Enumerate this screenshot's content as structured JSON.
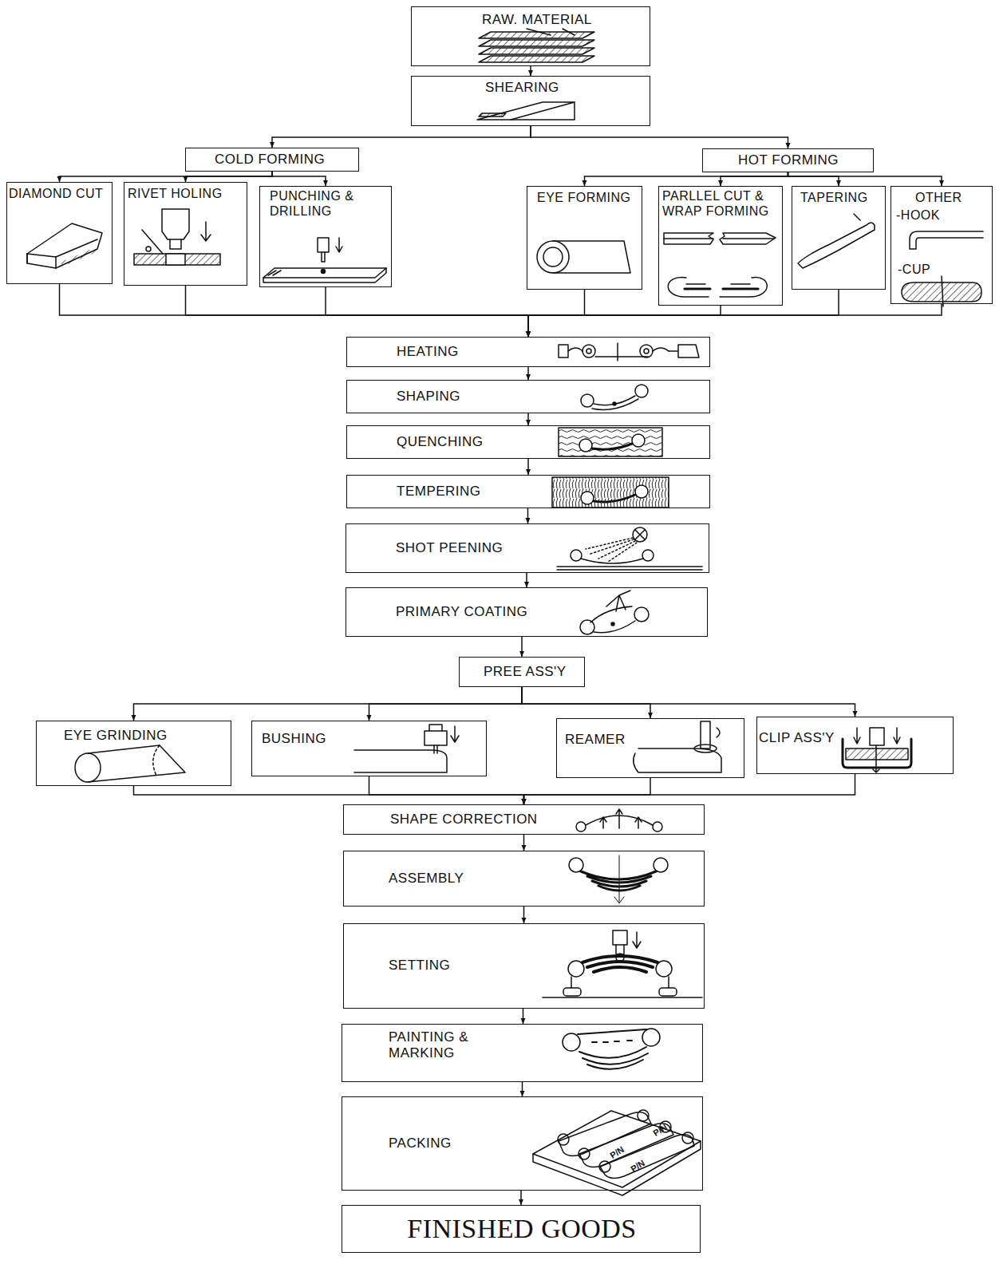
{
  "diagram": {
    "nodes": [
      {
        "text": [
          "RAW. MATERIAL"
        ]
      },
      {
        "text": [
          "SHEARING"
        ]
      },
      {
        "text": [
          "COLD FORMING"
        ]
      },
      {
        "text": [
          "HOT FORMING"
        ]
      },
      {
        "text": [
          "DIAMOND CUT"
        ]
      },
      {
        "text": [
          "RIVET HOLING"
        ]
      },
      {
        "text": [
          "PUNCHING & DRILLING"
        ]
      },
      {
        "text": [
          "EYE FORMING"
        ]
      },
      {
        "text": [
          "PARLLEL CUT & WRAP FORMING"
        ]
      },
      {
        "text": [
          "TAPERING"
        ]
      },
      {
        "text": [
          "OTHER",
          "-HOOK",
          "-CUP"
        ]
      },
      {
        "text": [
          "HEATING"
        ]
      },
      {
        "text": [
          "SHAPING"
        ]
      },
      {
        "text": [
          "QUENCHING"
        ]
      },
      {
        "text": [
          "TEMPERING"
        ]
      },
      {
        "text": [
          "SHOT PEENING"
        ]
      },
      {
        "text": [
          "PRIMARY COATING"
        ]
      },
      {
        "text": [
          "PREE ASS'Y"
        ]
      },
      {
        "text": [
          "EYE GRINDING"
        ]
      },
      {
        "text": [
          "BUSHING"
        ]
      },
      {
        "text": [
          "REAMER"
        ]
      },
      {
        "text": [
          "CLIP ASS'Y"
        ]
      },
      {
        "text": [
          "SHAPE CORRECTION"
        ]
      },
      {
        "text": [
          "ASSEMBLY"
        ]
      },
      {
        "text": [
          "SETTING"
        ]
      },
      {
        "text": [
          "PAINTING & MARKING"
        ]
      },
      {
        "text": [
          "PACKING"
        ]
      },
      {
        "text": [
          "FINISHED GOODS"
        ]
      }
    ],
    "edges": [
      {
        "from": 0,
        "to": 1,
        "arrow": "to"
      },
      {
        "from": 1,
        "to": 2,
        "arrow": "to"
      },
      {
        "from": 1,
        "to": 3,
        "arrow": "to"
      },
      {
        "from": 2,
        "to": 4,
        "arrow": "to"
      },
      {
        "from": 2,
        "to": 5,
        "arrow": "to"
      },
      {
        "from": 2,
        "to": 6,
        "arrow": "to"
      },
      {
        "from": 3,
        "to": 7,
        "arrow": "to"
      },
      {
        "from": 3,
        "to": 8,
        "arrow": "to"
      },
      {
        "from": 3,
        "to": 9,
        "arrow": "to"
      },
      {
        "from": 3,
        "to": 10,
        "arrow": "to"
      },
      {
        "from": 4,
        "to": 11,
        "arrow": "to"
      },
      {
        "from": 5,
        "to": 11,
        "arrow": "to"
      },
      {
        "from": 6,
        "to": 11,
        "arrow": "to"
      },
      {
        "from": 7,
        "to": 11,
        "arrow": "to"
      },
      {
        "from": 8,
        "to": 11,
        "arrow": "to"
      },
      {
        "from": 9,
        "to": 11,
        "arrow": "to"
      },
      {
        "from": 10,
        "to": 11,
        "arrow": "to"
      },
      {
        "from": 11,
        "to": 12,
        "arrow": "to"
      },
      {
        "from": 12,
        "to": 13,
        "arrow": "to"
      },
      {
        "from": 13,
        "to": 14,
        "arrow": "to"
      },
      {
        "from": 14,
        "to": 15,
        "arrow": "to"
      },
      {
        "from": 15,
        "to": 16,
        "arrow": "to"
      },
      {
        "from": 16,
        "to": 17,
        "arrow": "to"
      },
      {
        "from": 17,
        "to": 18,
        "arrow": "to"
      },
      {
        "from": 17,
        "to": 19,
        "arrow": "to"
      },
      {
        "from": 17,
        "to": 20,
        "arrow": "to"
      },
      {
        "from": 17,
        "to": 21,
        "arrow": "to"
      },
      {
        "from": 18,
        "to": 22,
        "arrow": "to"
      },
      {
        "from": 19,
        "to": 22,
        "arrow": "to"
      },
      {
        "from": 20,
        "to": 22,
        "arrow": "to"
      },
      {
        "from": 21,
        "to": 22,
        "arrow": "to"
      },
      {
        "from": 22,
        "to": 23,
        "arrow": "to"
      },
      {
        "from": 23,
        "to": 24,
        "arrow": "to"
      },
      {
        "from": 24,
        "to": 25,
        "arrow": "to"
      },
      {
        "from": 25,
        "to": 26,
        "arrow": "to"
      },
      {
        "from": 26,
        "to": 27,
        "arrow": "to"
      }
    ],
    "labels": [
      "P/N",
      "P/N",
      "P/N"
    ]
  }
}
